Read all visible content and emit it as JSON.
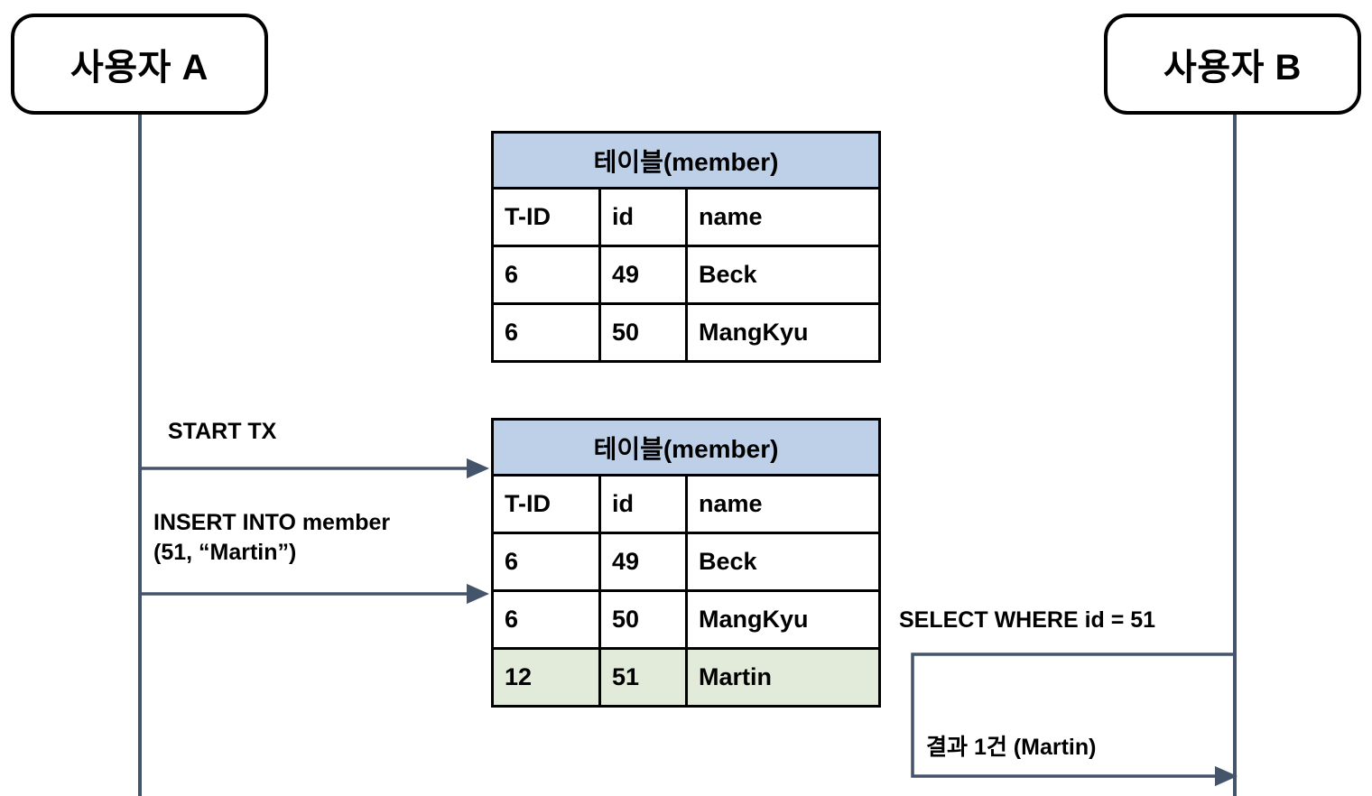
{
  "diagram": {
    "type": "sequence-diagram",
    "title": "MVCC INSERT / SELECT sequence",
    "colors": {
      "lifeline": "#44546a",
      "arrow": "#44546a",
      "table_header_bg": "#bdd0e8",
      "highlight_row_bg": "#e2ebd9",
      "border": "#000000",
      "text": "#000000",
      "background": "#ffffff"
    }
  },
  "actors": {
    "left": {
      "label": "사용자 A"
    },
    "right": {
      "label": "사용자 B"
    }
  },
  "tables": [
    {
      "title": "테이블(member)",
      "columns": [
        "T-ID",
        "id",
        "name"
      ],
      "rows": [
        {
          "cells": [
            "6",
            "49",
            "Beck"
          ],
          "highlight": false
        },
        {
          "cells": [
            "6",
            "50",
            "MangKyu"
          ],
          "highlight": false
        }
      ]
    },
    {
      "title": "테이블(member)",
      "columns": [
        "T-ID",
        "id",
        "name"
      ],
      "rows": [
        {
          "cells": [
            "6",
            "49",
            "Beck"
          ],
          "highlight": false
        },
        {
          "cells": [
            "6",
            "50",
            "MangKyu"
          ],
          "highlight": false
        },
        {
          "cells": [
            "12",
            "51",
            "Martin"
          ],
          "highlight": true
        }
      ]
    }
  ],
  "messages": {
    "start_tx": "START TX",
    "insert": "INSERT INTO member\n(51, “Martin”)",
    "select": "SELECT WHERE id = 51",
    "result": "결과 1건 (Martin)"
  }
}
